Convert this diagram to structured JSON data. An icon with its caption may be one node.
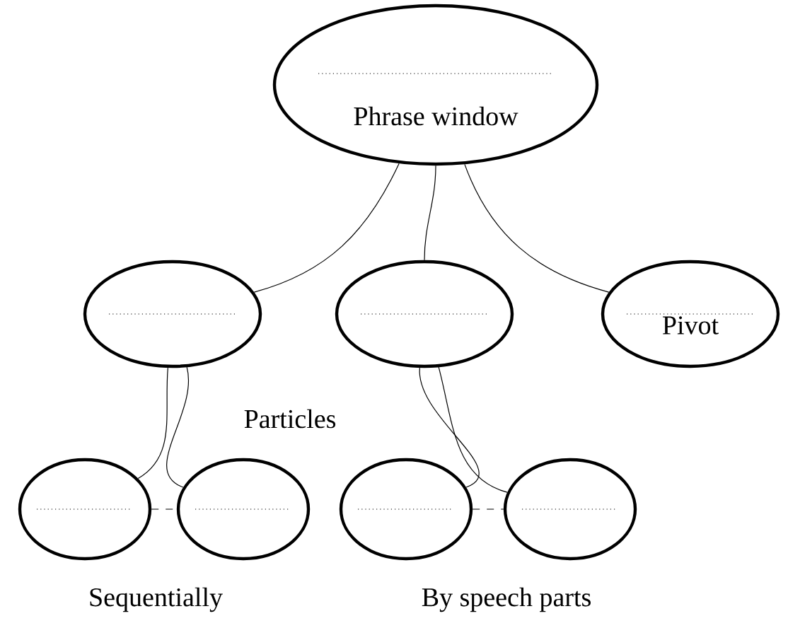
{
  "diagram": {
    "nodes": [
      {
        "text": [
          "Phrase window"
        ]
      },
      {
        "text": [],
        "shape": "ellipse"
      },
      {
        "text": [],
        "shape": "ellipse"
      },
      {
        "text": [
          "Pivot"
        ]
      },
      {
        "text": [],
        "shape": "ellipse"
      },
      {
        "text": [],
        "shape": "ellipse"
      },
      {
        "text": [],
        "shape": "ellipse"
      },
      {
        "text": [],
        "shape": "ellipse"
      }
    ],
    "edges": [
      {
        "from": 0,
        "to": 1,
        "arrow": "none"
      },
      {
        "from": 0,
        "to": 2,
        "arrow": "none"
      },
      {
        "from": 0,
        "to": 3,
        "arrow": "none"
      },
      {
        "from": 1,
        "to": 4,
        "arrow": "none"
      },
      {
        "from": 1,
        "to": 5,
        "arrow": "none"
      },
      {
        "from": 2,
        "to": 6,
        "arrow": "none"
      },
      {
        "from": 2,
        "to": 7,
        "arrow": "none"
      },
      {
        "from": 4,
        "to": 5,
        "arrow": "none",
        "style": "dashed"
      },
      {
        "from": 6,
        "to": 7,
        "arrow": "none",
        "style": "dashed"
      }
    ],
    "labels": [
      "Particles",
      "Sequentially",
      "By speech parts"
    ]
  }
}
